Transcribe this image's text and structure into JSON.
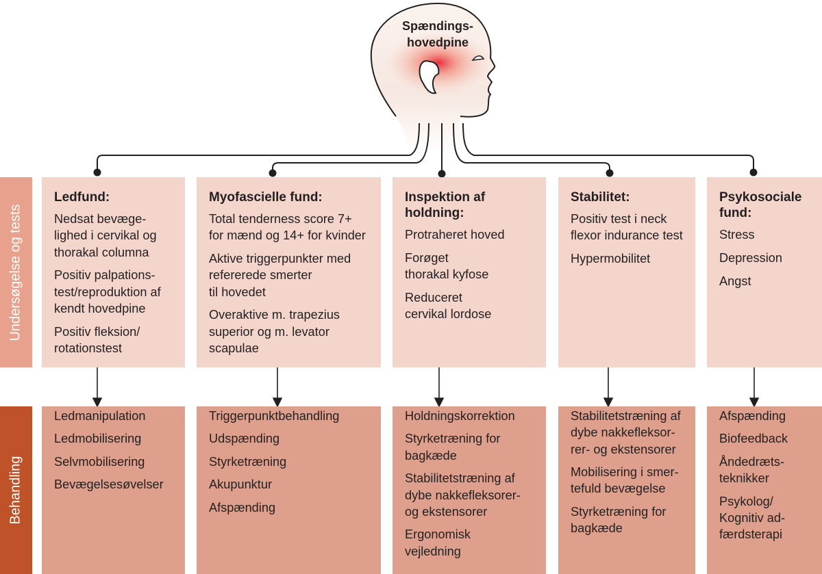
{
  "head": {
    "title": "Spændings-\nhovedpine"
  },
  "row_labels": {
    "tests": "Undersøgelse og tests",
    "treatment": "Behandling"
  },
  "columns": [
    {
      "title": "Ledfund:",
      "tests": [
        "Nedsat bevæge-\nlighed i cervikal og\nthorakal columna",
        "Positiv palpations-\ntest/reproduktion af\nkendt hovedpine",
        "Positiv fleksion/\nrotationstest"
      ],
      "treatment": [
        "Ledmanipulation",
        "Ledmobilisering",
        "Selvmobilisering",
        "Bevægelsesøvelser"
      ]
    },
    {
      "title": "Myofascielle fund:",
      "tests": [
        "Total tenderness score 7+\nfor mænd og 14+ for kvinder",
        "Aktive triggerpunkter med\nrefererede smerter\ntil hovedet",
        "Overaktive m. trapezius\nsuperior og m. levator\nscapulae"
      ],
      "treatment": [
        "Triggerpunktbehandling",
        "Udspænding",
        "Styrketræning",
        "Akupunktur",
        "Afspænding"
      ]
    },
    {
      "title": "Inspektion af\nholdning:",
      "tests": [
        "Protraheret hoved",
        "Forøget\nthorakal kyfose",
        "Reduceret\ncervikal lordose"
      ],
      "treatment": [
        "Holdningskorrektion",
        "Styrketræning for\nbagkæde",
        "Stabilitetstræning af\ndybe nakkefleksorer-\nog ekstensorer",
        "Ergonomisk\nvejledning"
      ]
    },
    {
      "title": "Stabilitet:",
      "tests": [
        "Positiv test i neck\nflexor indurance test",
        "Hypermobilitet"
      ],
      "treatment": [
        "Stabilitetstræning af\ndybe nakkefleksor-\nrer- og ekstensorer",
        "Mobilisering i smer-\ntefuld bevægelse",
        "Styrketræning for\nbagkæde"
      ]
    },
    {
      "title": "Psykosociale\nfund:",
      "tests": [
        "Stress",
        "Depression",
        "Angst"
      ],
      "treatment": [
        "Afspænding",
        "Biofeedback",
        "Åndedræts-\nteknikker",
        "Psykolog/\nKognitiv ad-\nfærdsterapi"
      ]
    }
  ]
}
